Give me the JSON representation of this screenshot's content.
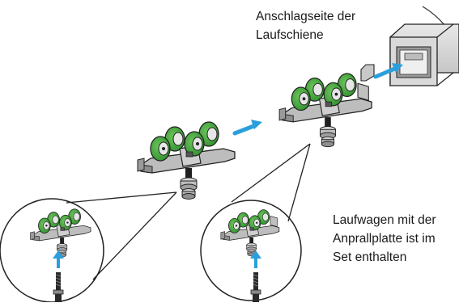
{
  "annotations": {
    "rail_end": [
      "Anschlagseite der",
      "Laufschiene"
    ],
    "carriage_note": [
      "Laufwagen mit der",
      "Anprallplatte ist im",
      "Set enthalten"
    ]
  },
  "colors": {
    "wheel_green": "#3aa63a",
    "arrow_blue": "#2a9fdc",
    "metal_gray": "#a8a8a8",
    "outline": "#222222"
  },
  "icons": [
    "roller-carriage-icon",
    "rail-profile-icon",
    "bolt-icon",
    "arrow-icon"
  ]
}
